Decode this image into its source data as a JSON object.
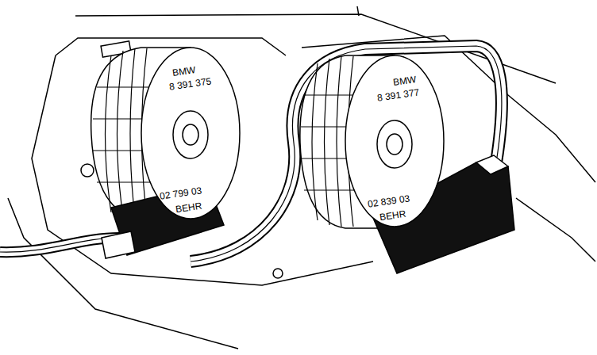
{
  "diagram": {
    "labels": [
      "BMW",
      "8 391 375",
      "02 799 03",
      "BEHR",
      "BMW",
      "8 391 377",
      "02 839 03",
      "BEHR"
    ]
  }
}
